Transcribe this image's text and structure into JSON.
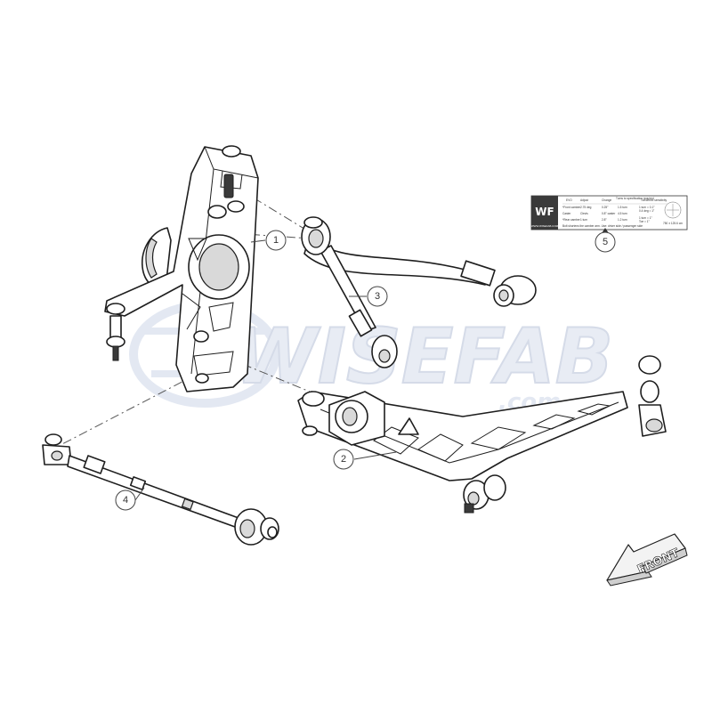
{
  "watermark": {
    "main": "WISEFAB",
    "suffix": ".com"
  },
  "callouts": [
    {
      "number": "1"
    },
    {
      "number": "2"
    },
    {
      "number": "3"
    },
    {
      "number": "4"
    },
    {
      "number": "5"
    }
  ],
  "label_sticker": {
    "brand_logo": "WF",
    "website": "WWW.WISEFAB.COM",
    "model": "EVO",
    "headers": [
      "Adjust",
      "Change",
      "Turns to specification required",
      "Toe/wheel sensitivity"
    ],
    "rows": [
      [
        "*Front camber",
        "2.75 deg",
        "0.25°",
        "1.5 turn",
        "1 turn = 0.1°",
        "0.4 deg = 1°"
      ],
      [
        "Caster",
        "Clevis",
        "0.8° caster",
        "4.5 turn",
        "",
        ""
      ],
      [
        "*Rear camber",
        "1 turn",
        "2.8°",
        "1.2 turn",
        "1 turn = 1°",
        "Toe = 1°"
      ]
    ],
    "diagram_caption": "750 ± 125.6 cm",
    "footnote": "Bolt shortens the camber arm. Use: driver side / passenger side"
  },
  "front_arrow": {
    "text": "FRONT",
    "icon": "arrow-icon"
  }
}
